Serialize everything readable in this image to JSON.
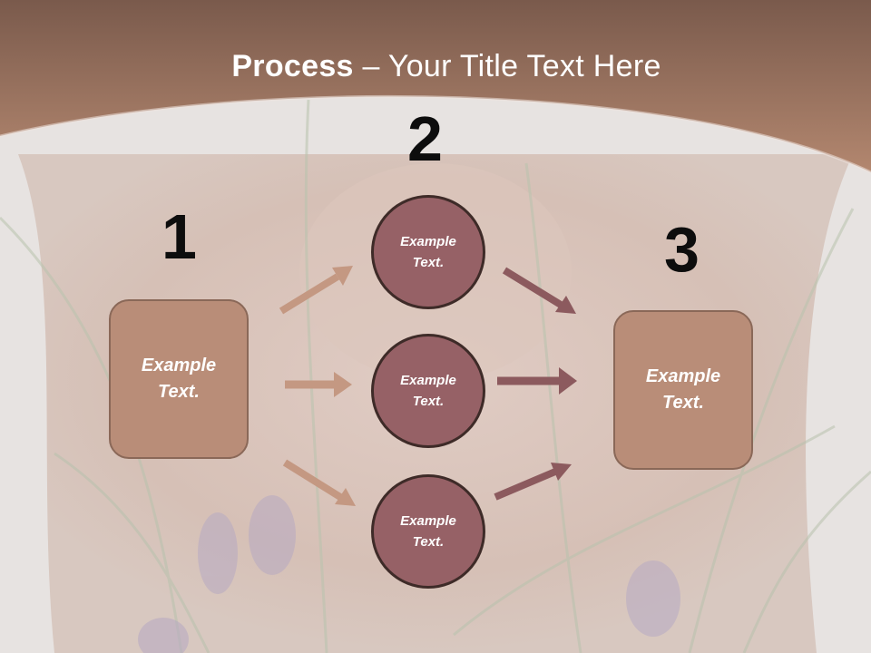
{
  "slide": {
    "title_bold": "Process",
    "title_rest": " – Your Title Text Here"
  },
  "steps": [
    {
      "number": "1",
      "box_text": "Example Text."
    },
    {
      "number": "2",
      "circle_texts": [
        "Example Text.",
        "Example Text.",
        "Example Text."
      ]
    },
    {
      "number": "3",
      "box_text": "Example Text."
    }
  ],
  "colors": {
    "header_brown": "#a47a66",
    "box_fill": "#b98d78",
    "circle_fill": "#966166",
    "arrow_in": "#c49882",
    "arrow_out": "#8c5a5e"
  }
}
